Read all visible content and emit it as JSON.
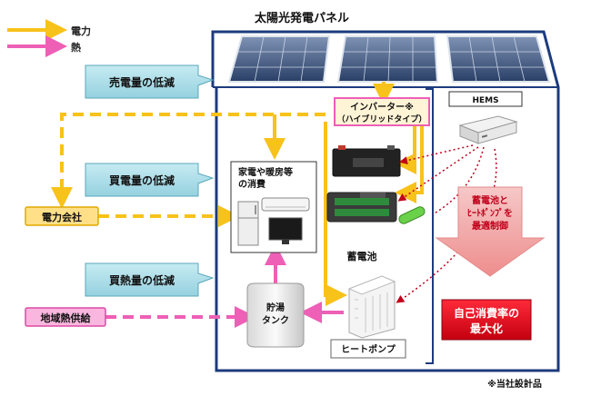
{
  "legend": {
    "power": "電力",
    "heat": "熱"
  },
  "title": "太陽光発電パネル",
  "callouts": {
    "sell": "売電量の低減",
    "buy": "買電量の低減",
    "heat_buy": "買熱量の低減"
  },
  "external": {
    "power_company": "電力会社",
    "district_heat": "地域熱供給"
  },
  "inverter": {
    "line1": "インバーター※",
    "line2": "（ハイブリッドタイプ）"
  },
  "consumption": {
    "line1": "家電や暖房等",
    "line2": "の消費"
  },
  "battery_label": "蓄電池",
  "tank": {
    "line1": "貯湯",
    "line2": "タンク"
  },
  "heatpump_label": "ヒートポンプ",
  "hems_label": "HEMS",
  "control": {
    "line1": "蓄電池と",
    "line2": "ﾋｰﾄﾎﾟﾝﾌﾟを",
    "line3": "最適制御"
  },
  "result": {
    "line1": "自己消費率の",
    "line2": "最大化"
  },
  "footnote": "※当社設計品",
  "colors": {
    "power": "#f7c21a",
    "heat": "#ee5fb6",
    "callout": "#a9dbe6",
    "result": "#e8001c",
    "control": "#f2a9a9"
  }
}
